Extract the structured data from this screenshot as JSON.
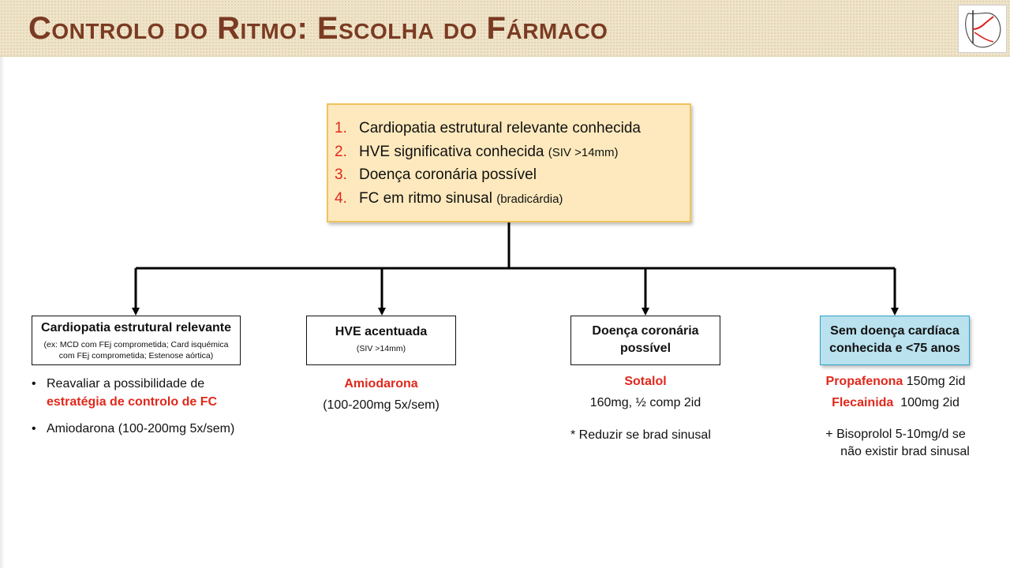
{
  "title": "Controlo do Ritmo: Escolha do Fármaco",
  "colors": {
    "header_bg": "#efe4c9",
    "title": "#7a3b22",
    "accent_red": "#e0281c",
    "main_box_bg": "#fde9bd",
    "main_box_border": "#f2c35c",
    "blue_box_bg": "#b9e1ee",
    "blue_box_border": "#2fa3c8"
  },
  "logo": {
    "icon": "heart-logo-icon"
  },
  "criteria": [
    {
      "num": "1.",
      "text": "Cardiopatia estrutural relevante conhecida",
      "note": ""
    },
    {
      "num": "2.",
      "text": "HVE significativa conhecida",
      "note": "(SIV >14mm)"
    },
    {
      "num": "3.",
      "text": "Doença coronária possível",
      "note": ""
    },
    {
      "num": "4.",
      "text": "FC em ritmo sinusal",
      "note": "(bradicárdia)"
    }
  ],
  "branches": {
    "b1": {
      "title": "Cardiopatia estrutural relevante",
      "sub1": "(ex: MCD com FEj comprometida; Card isquémica",
      "sub2": "com FEj comprometida; Estenose aórtica)",
      "bullet1_pre": "Reavaliar a possibilidade de",
      "bullet1_red": "estratégia de controlo de FC",
      "bullet2": "Amiodarona (100-200mg 5x/sem)"
    },
    "b2": {
      "title": "HVE acentuada",
      "sub": "(SIV >14mm)",
      "drug": "Amiodarona",
      "dose": "(100-200mg 5x/sem)"
    },
    "b3": {
      "title1": "Doença coronária",
      "title2": "possível",
      "drug": "Sotalol",
      "dose": "160mg, ½ comp 2id",
      "note": "* Reduzir se brad sinusal"
    },
    "b4": {
      "title1": "Sem doença cardíaca",
      "title2": "conhecida e  <75 anos",
      "drug1": "Propafenona",
      "dose1": "150mg 2id",
      "drug2": "Flecainida",
      "dose2": "100mg 2id",
      "note1": "+ Bisoprolol 5-10mg/d se",
      "note2": "não existir brad sinusal"
    }
  }
}
